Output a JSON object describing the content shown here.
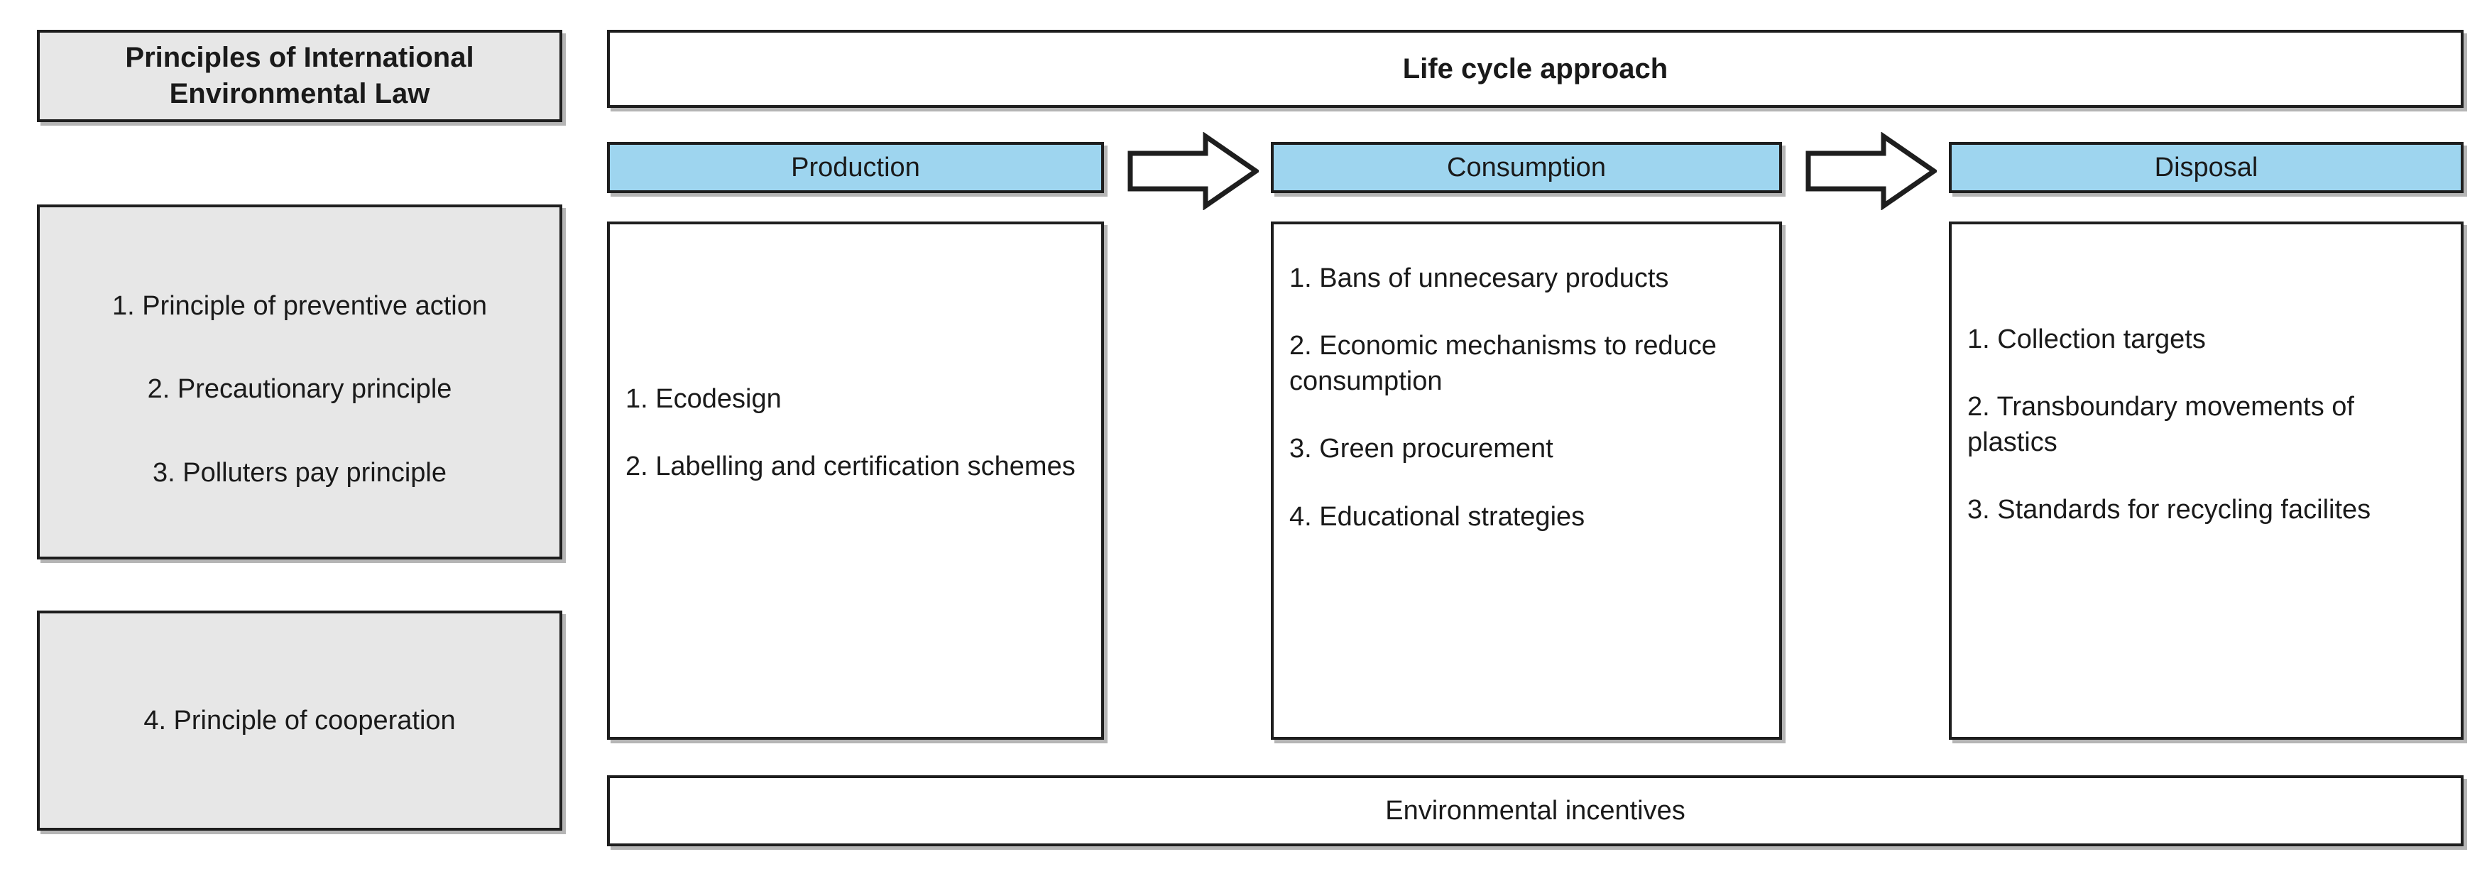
{
  "colors": {
    "stage_header_blue": "#9ed5ef",
    "panel_gray": "#e7e7e7",
    "border_dark": "#1e1e1e",
    "page_background": "#ffffff"
  },
  "left_panel": {
    "title": "Principles of International Environmental Law",
    "principles": [
      "1. Principle of preventive action",
      "2. Precautionary principle",
      "3. Polluters pay principle"
    ],
    "cooperation": "4. Principle of cooperation"
  },
  "main_panel": {
    "header": "Life cycle approach",
    "footer": "Environmental incentives",
    "arrow_1_name": "arrow-production-to-consumption",
    "arrow_2_name": "arrow-consumption-to-disposal",
    "stages": [
      {
        "label": "Production",
        "items": [
          "1. Ecodesign",
          "2. Labelling and certification schemes"
        ]
      },
      {
        "label": "Consumption",
        "items": [
          "1. Bans of unnecesary products",
          "2. Economic mechanisms to reduce consumption",
          "3. Green procurement",
          "4. Educational strategies"
        ]
      },
      {
        "label": "Disposal",
        "items": [
          "1. Collection targets",
          "2. Transboundary movements of plastics",
          "3. Standards for recycling facilites"
        ]
      }
    ]
  }
}
